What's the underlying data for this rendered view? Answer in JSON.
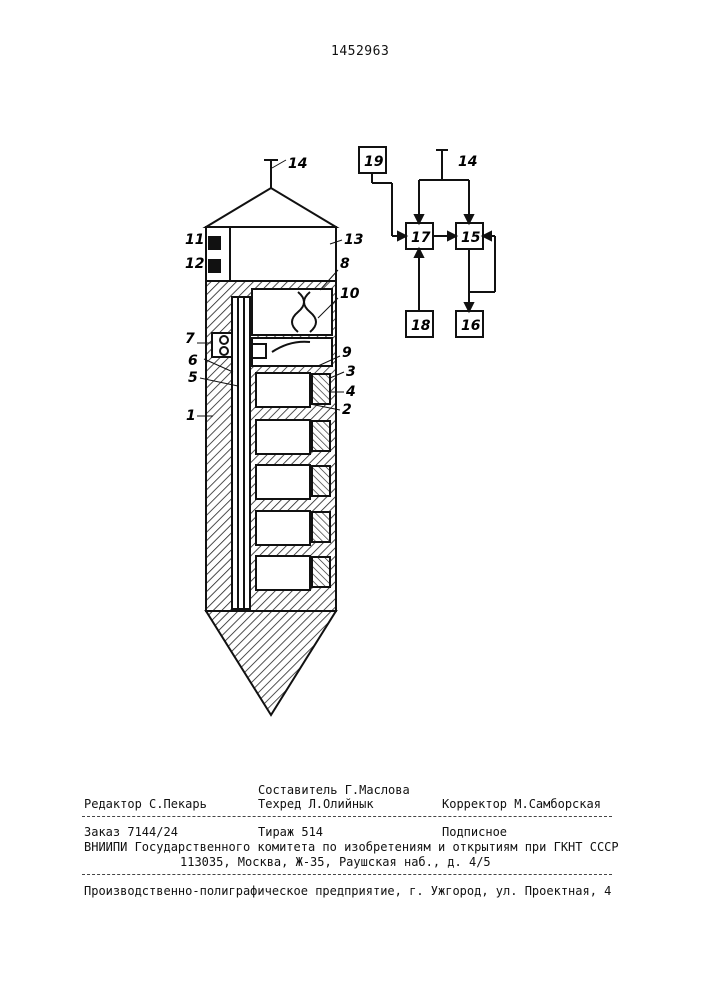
{
  "patent_number": "1452963",
  "figure_labels": {
    "l1": "1",
    "l2": "2",
    "l3": "3",
    "l4": "4",
    "l5": "5",
    "l6": "6",
    "l7": "7",
    "l8": "8",
    "l9": "9",
    "l10": "10",
    "l11": "11",
    "l12": "12",
    "l13": "13",
    "l14": "14"
  },
  "block_diagram": {
    "b19": "19",
    "b17": "17",
    "b15": "15",
    "b18": "18",
    "b16": "16",
    "antenna": "14"
  },
  "colophon": {
    "compiler": "Составитель Г.Маслова",
    "editor": "Редактор С.Пекарь",
    "techred": "Техред Л.Олийнык",
    "corrector": "Корректор  М.Самборская",
    "order": "Заказ 7144/24",
    "print_run": "Тираж 514",
    "subscription": "Подписное",
    "institute": "ВНИИПИ Государственного комитета по изобретениям и открытиям при ГКНТ СССР",
    "address": "113035, Москва, Ж-35, Раушская наб., д. 4/5",
    "printer": "Производственно-полиграфическое предприятие, г. Ужгород, ул. Проектная, 4"
  }
}
